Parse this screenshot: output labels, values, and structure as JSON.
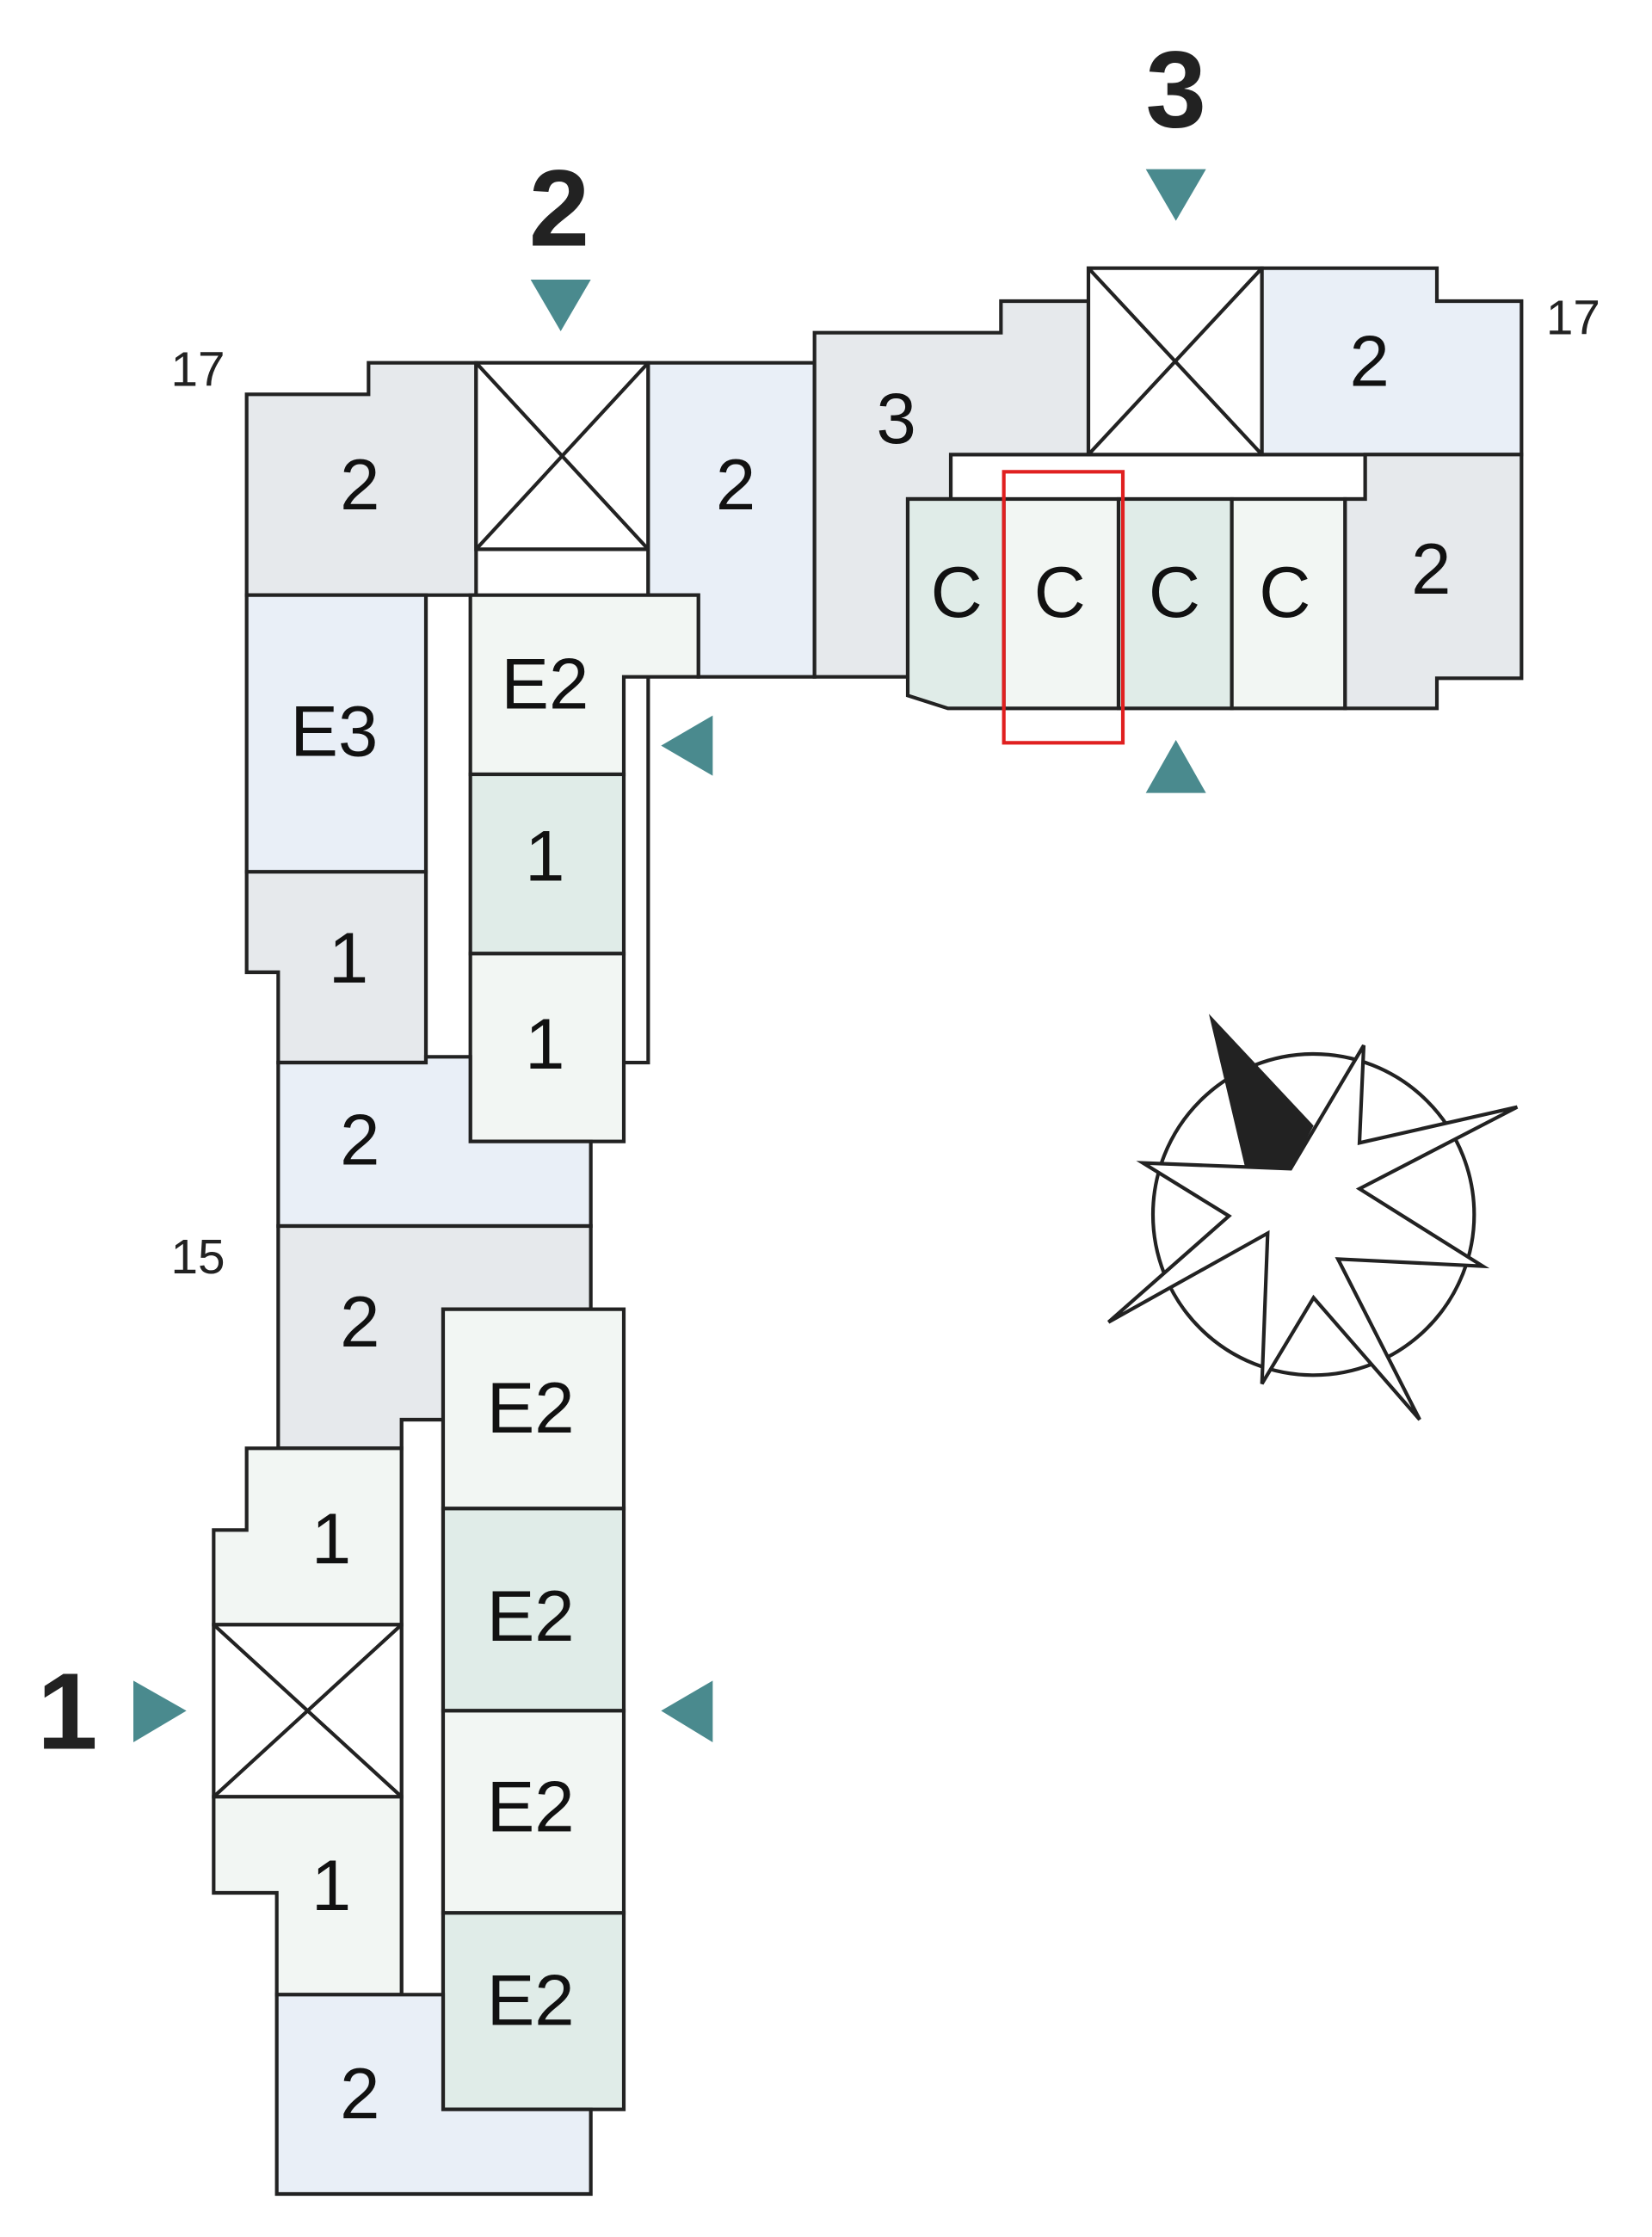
{
  "colors": {
    "accent": "#4a8a8e",
    "highlight": "#e02020",
    "grey_unit": "#e6e9ec",
    "blue_unit": "#e9eff7",
    "mint_dark_unit": "#e0ece8",
    "mint_light_unit": "#f2f6f3"
  },
  "entrances": {
    "one": "1",
    "two": "2",
    "three": "3"
  },
  "floors": {
    "left_top": "17",
    "right_top": "17",
    "left_mid": "15"
  },
  "units": {
    "l_top_grey": "2",
    "l_top_blue": "2",
    "e3": "E3",
    "l_grey_1": "1",
    "e2_top": "E2",
    "one_a": "1",
    "one_b": "1",
    "mid_blue_2": "2",
    "mid_grey_2": "2",
    "e2_a": "E2",
    "e2_b": "E2",
    "e2_c": "E2",
    "e2_d": "E2",
    "bot_1a": "1",
    "bot_1b": "1",
    "bot_blue_2": "2",
    "r_3": "3",
    "r_blue_2": "2",
    "c1": "C",
    "c2": "C",
    "c3": "C",
    "c4": "C",
    "r_grey_2": "2"
  }
}
